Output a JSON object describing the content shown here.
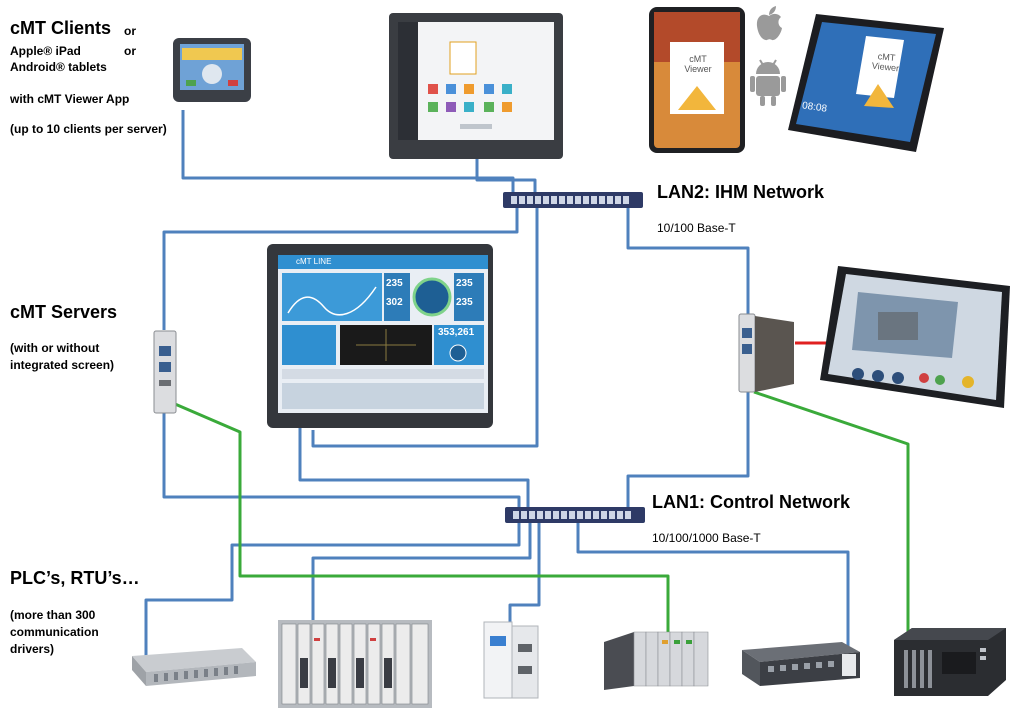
{
  "labels": {
    "clients_title": "cMT Clients",
    "clients_or1": "or",
    "clients_line2": "Apple® iPad",
    "clients_or2": "or",
    "clients_line3": "Android® tablets",
    "clients_line4": "with cMT Viewer App",
    "clients_line5": "(up to 10 clients per server)",
    "servers_title": "cMT Servers",
    "servers_line2": "(with or without",
    "servers_line3": "integrated screen)",
    "plc_title": "PLC’s, RTU’s…",
    "plc_line2": "(more than 300",
    "plc_line3": "communication",
    "plc_line4": "drivers)"
  },
  "networks": {
    "lan2_title": "LAN2: IHM Network",
    "lan2_speed": "10/100 Base-T",
    "lan1_title": "LAN1: Control Network",
    "lan1_speed": "10/100/1000 Base-T"
  },
  "screens": {
    "ipad_app": "cMT Viewer",
    "android_app": "cMT Viewer",
    "tablet_clock": "08:08",
    "main_hmi_brand": "cMT LINE",
    "main_hmi_value": "353,261",
    "main_hmi_readout_1": "235",
    "main_hmi_readout_2": "302",
    "main_hmi_readout_3": "235",
    "main_hmi_readout_4": "235"
  },
  "colors": {
    "lan_cable": "#4f81bd",
    "control_cable": "#3aaa3a",
    "display_link": "#e02020",
    "switch_body": "#2e3a66"
  }
}
